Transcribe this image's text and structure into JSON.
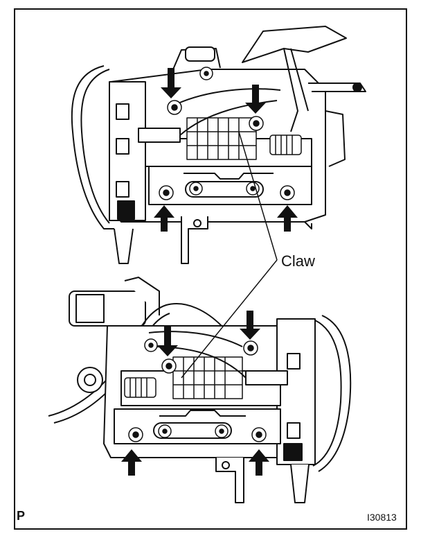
{
  "callout": {
    "label": "Claw"
  },
  "corner_mark": "P",
  "figure_code": "I30813",
  "figures": [
    {
      "name": "upper-mechanism",
      "arrows": [
        "down",
        "down",
        "up",
        "up"
      ]
    },
    {
      "name": "lower-mechanism",
      "arrows": [
        "down",
        "down",
        "up",
        "up"
      ]
    }
  ],
  "colors": {
    "line": "#111111",
    "background": "#ffffff"
  }
}
